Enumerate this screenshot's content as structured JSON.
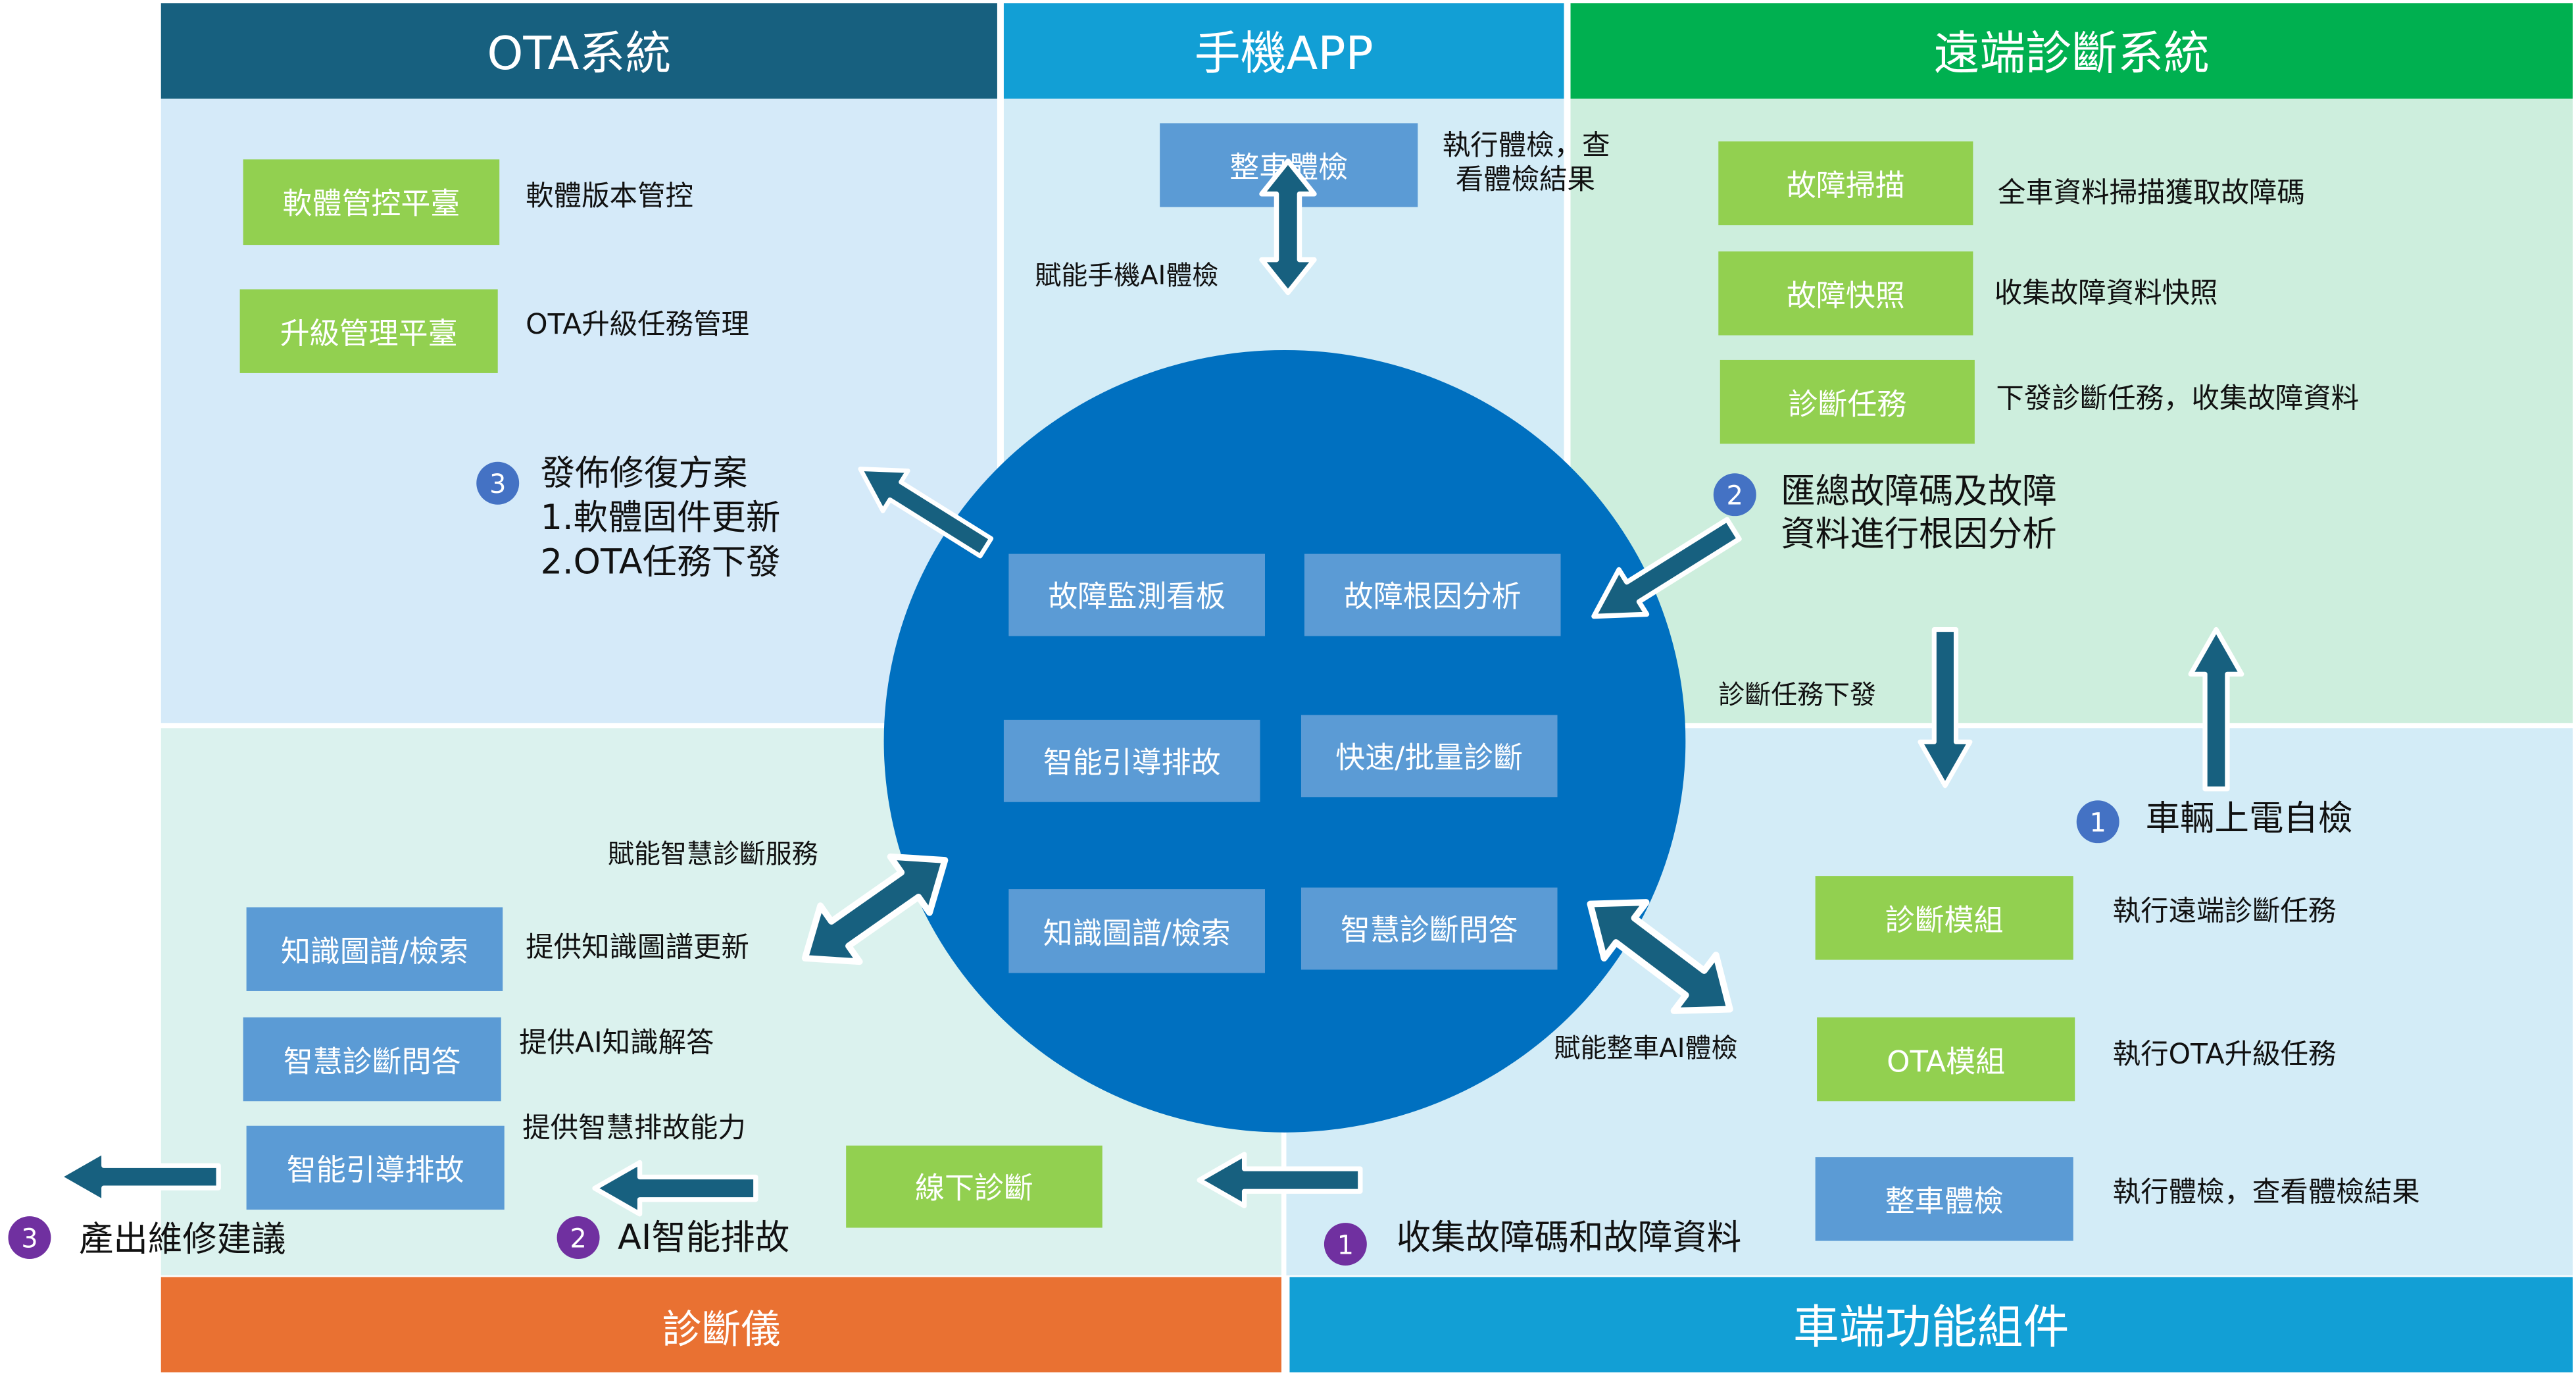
{
  "headers": {
    "ota": "OTA系統",
    "app": "手機APP",
    "remote": "遠端診斷系統",
    "diag_tool": "診斷儀",
    "vehicle": "車端功能組件"
  },
  "ota_panel": {
    "items": [
      {
        "label": "軟體管控平臺",
        "desc": "軟體版本管控"
      },
      {
        "label": "升級管理平臺",
        "desc": "OTA升級任務管理"
      }
    ],
    "step": {
      "num": "3",
      "title": "發佈修復方案",
      "line1": "1.軟體固件更新",
      "line2": "2.OTA任務下發"
    }
  },
  "app_panel": {
    "box": "整車體檢",
    "desc_line1": "執行體檢，查",
    "desc_line2": "看體檢結果",
    "arrow_label": "賦能手機AI體檢"
  },
  "remote_panel": {
    "items": [
      {
        "label": "故障掃描",
        "desc": "全車資料掃描獲取故障碼"
      },
      {
        "label": "故障快照",
        "desc": "收集故障資料快照"
      },
      {
        "label": "診斷任務",
        "desc": "下發診斷任務，收集故障資料"
      }
    ],
    "step": {
      "num": "2",
      "line1": "匯總故障碼及故障",
      "line2": "資料進行根因分析"
    },
    "arrow_label": "診斷任務下發"
  },
  "center": {
    "items": [
      "故障監測看板",
      "故障根因分析",
      "智能引導排故",
      "快速/批量診斷",
      "知識圖譜/檢索",
      "智慧診斷問答"
    ]
  },
  "diag_panel": {
    "arrow_label": "賦能智慧診斷服務",
    "items": [
      {
        "label": "知識圖譜/檢索",
        "desc": "提供知識圖譜更新"
      },
      {
        "label": "智慧診斷問答",
        "desc": "提供AI知識解答"
      },
      {
        "label": "智能引導排故",
        "desc": "提供智慧排故能力"
      }
    ],
    "offline": "線下診斷",
    "step2": {
      "num": "2",
      "text": "AI智能排故"
    },
    "step3": {
      "num": "3",
      "text": "產出維修建議"
    }
  },
  "vehicle_panel": {
    "step1_top": {
      "num": "1",
      "text": "車輛上電自檢"
    },
    "arrow_label": "賦能整車AI體檢",
    "items": [
      {
        "label": "診斷模組",
        "desc": "執行遠端診斷任務"
      },
      {
        "label": "OTA模組",
        "desc": "執行OTA升級任務"
      },
      {
        "label": "整車體檢",
        "desc": "執行體檢，查看體檢結果"
      }
    ],
    "step1_bottom": {
      "num": "1",
      "text": "收集故障碼和故障資料"
    }
  },
  "colors": {
    "ota_header": "#17607f",
    "app_header": "#129fd5",
    "remote_header": "#00b050",
    "diag_footer": "#e97132",
    "vehicle_footer": "#129fd5",
    "circle": "#0070c0",
    "arrow": "#17607f"
  }
}
